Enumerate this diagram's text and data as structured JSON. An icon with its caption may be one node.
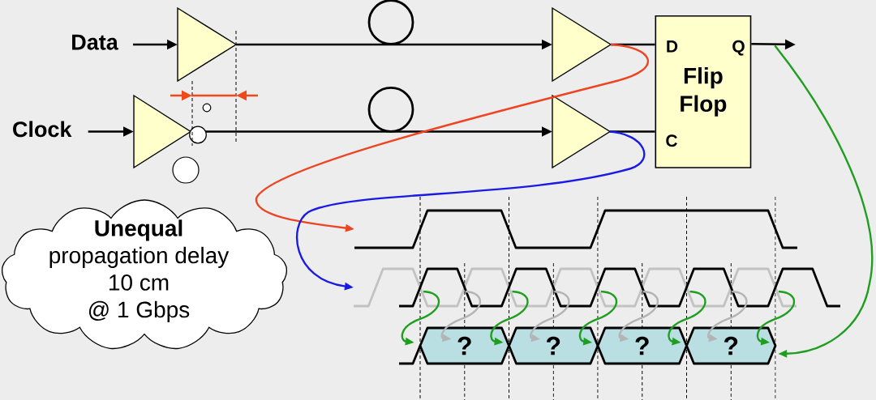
{
  "diagram": {
    "nodes": [
      {
        "text": [
          "Data"
        ]
      },
      {
        "text": [],
        "shape": "triangle"
      },
      {
        "text": [],
        "shape": "triangle"
      },
      {
        "text": [
          "D",
          "Q",
          "Flip Flop",
          "C"
        ]
      },
      {
        "text": [
          "Clock"
        ]
      },
      {
        "text": [],
        "shape": "triangle"
      },
      {
        "text": [],
        "shape": "triangle"
      },
      {
        "text": [
          "Unequal",
          "propagation delay",
          "10 cm",
          "@ 1 Gbps"
        ]
      },
      {
        "text": [],
        "shape": "waveform"
      },
      {
        "text": [],
        "shape": "waveform"
      },
      {
        "text": [
          "?"
        ]
      },
      {
        "text": [
          "?"
        ]
      },
      {
        "text": [
          "?"
        ]
      },
      {
        "text": [
          "?"
        ]
      }
    ],
    "edges": [
      {
        "from": 0,
        "to": 1,
        "arrow": "to"
      },
      {
        "from": 1,
        "to": 2,
        "arrow": "to"
      },
      {
        "from": 2,
        "to": 3,
        "arrow": "none"
      },
      {
        "from": 3,
        "to": null,
        "arrow": "to"
      },
      {
        "from": 4,
        "to": 5,
        "arrow": "to"
      },
      {
        "from": 5,
        "to": 6,
        "arrow": "to"
      },
      {
        "from": 6,
        "to": 3,
        "arrow": "none"
      },
      {
        "from": 2,
        "to": 8,
        "arrow": "to",
        "color": "#ee4422"
      },
      {
        "from": 6,
        "to": 9,
        "arrow": "to",
        "color": "#1a1ae6"
      },
      {
        "from": 3,
        "to": 13,
        "arrow": "to",
        "color": "#1f9e1f"
      },
      {
        "from": 9,
        "to": 10,
        "arrow": "to",
        "color": "#1f9e1f"
      },
      {
        "from": 9,
        "to": 10,
        "arrow": "to",
        "color": "#1f9e1f"
      },
      {
        "from": 9,
        "to": 11,
        "arrow": "to",
        "color": "#1f9e1f"
      },
      {
        "from": 9,
        "to": 12,
        "arrow": "to",
        "color": "#1f9e1f"
      },
      {
        "from": 9,
        "to": 13,
        "arrow": "to",
        "color": "#1f9e1f"
      },
      {
        "from": 9,
        "to": 10,
        "arrow": "to",
        "color": "#b4b4b4"
      },
      {
        "from": 9,
        "to": 11,
        "arrow": "to",
        "color": "#b4b4b4"
      },
      {
        "from": 9,
        "to": 12,
        "arrow": "to",
        "color": "#b4b4b4"
      },
      {
        "from": 9,
        "to": 13,
        "arrow": "to",
        "color": "#b4b4b4"
      }
    ]
  }
}
